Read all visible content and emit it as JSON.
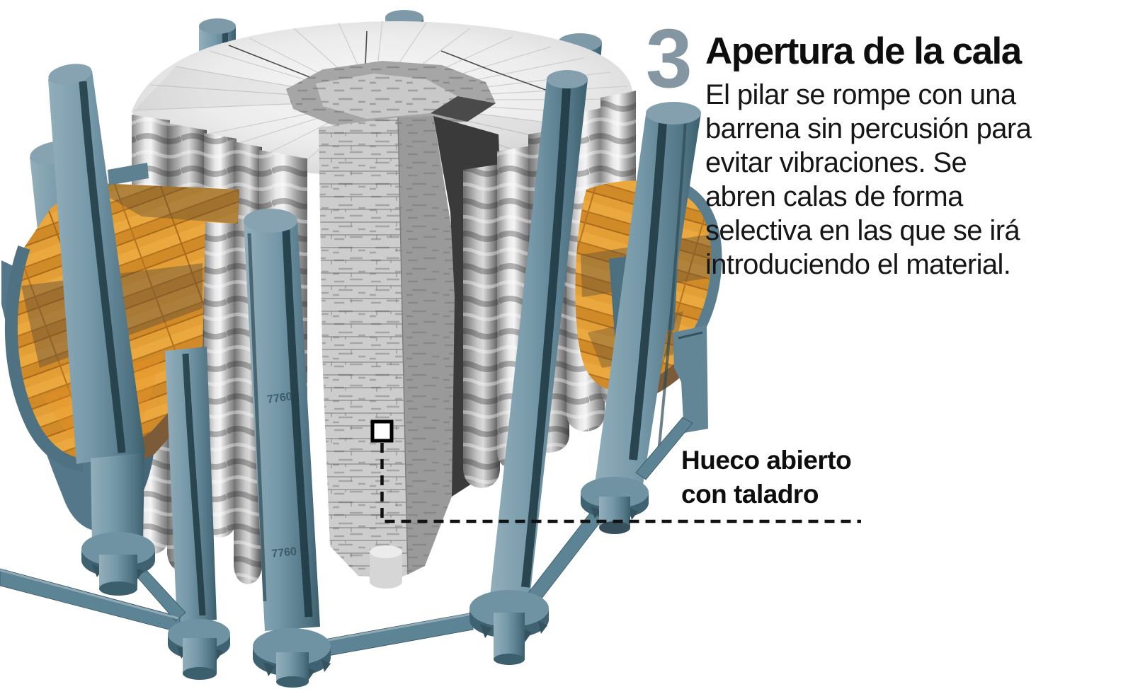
{
  "step": {
    "number": "3",
    "title": "Apertura de la cala",
    "body_lines": [
      "El pilar se rompe con una",
      "barrena sin percusión para",
      "evitar vibraciones. Se",
      "abren calas de forma",
      "selectiva en las que se irá",
      "introduciendo el material."
    ]
  },
  "callout": {
    "label_lines": [
      "Hueco abierto",
      "con taladro"
    ]
  },
  "illustration": {
    "tube_marking": "7760",
    "colors": {
      "background": "#ffffff",
      "step_number": "#8396a1",
      "text": "#111111",
      "steel_light": "#8fa9b6",
      "steel": "#6f93a3",
      "steel_dark": "#24404c",
      "wood": "#dd952f",
      "wood_edge": "#7c5c38",
      "stone_light": "#f1f1f1",
      "stone_mid": "#a9a9a9",
      "stone_dark": "#3a3a3a",
      "leader_line": "#111111"
    }
  }
}
